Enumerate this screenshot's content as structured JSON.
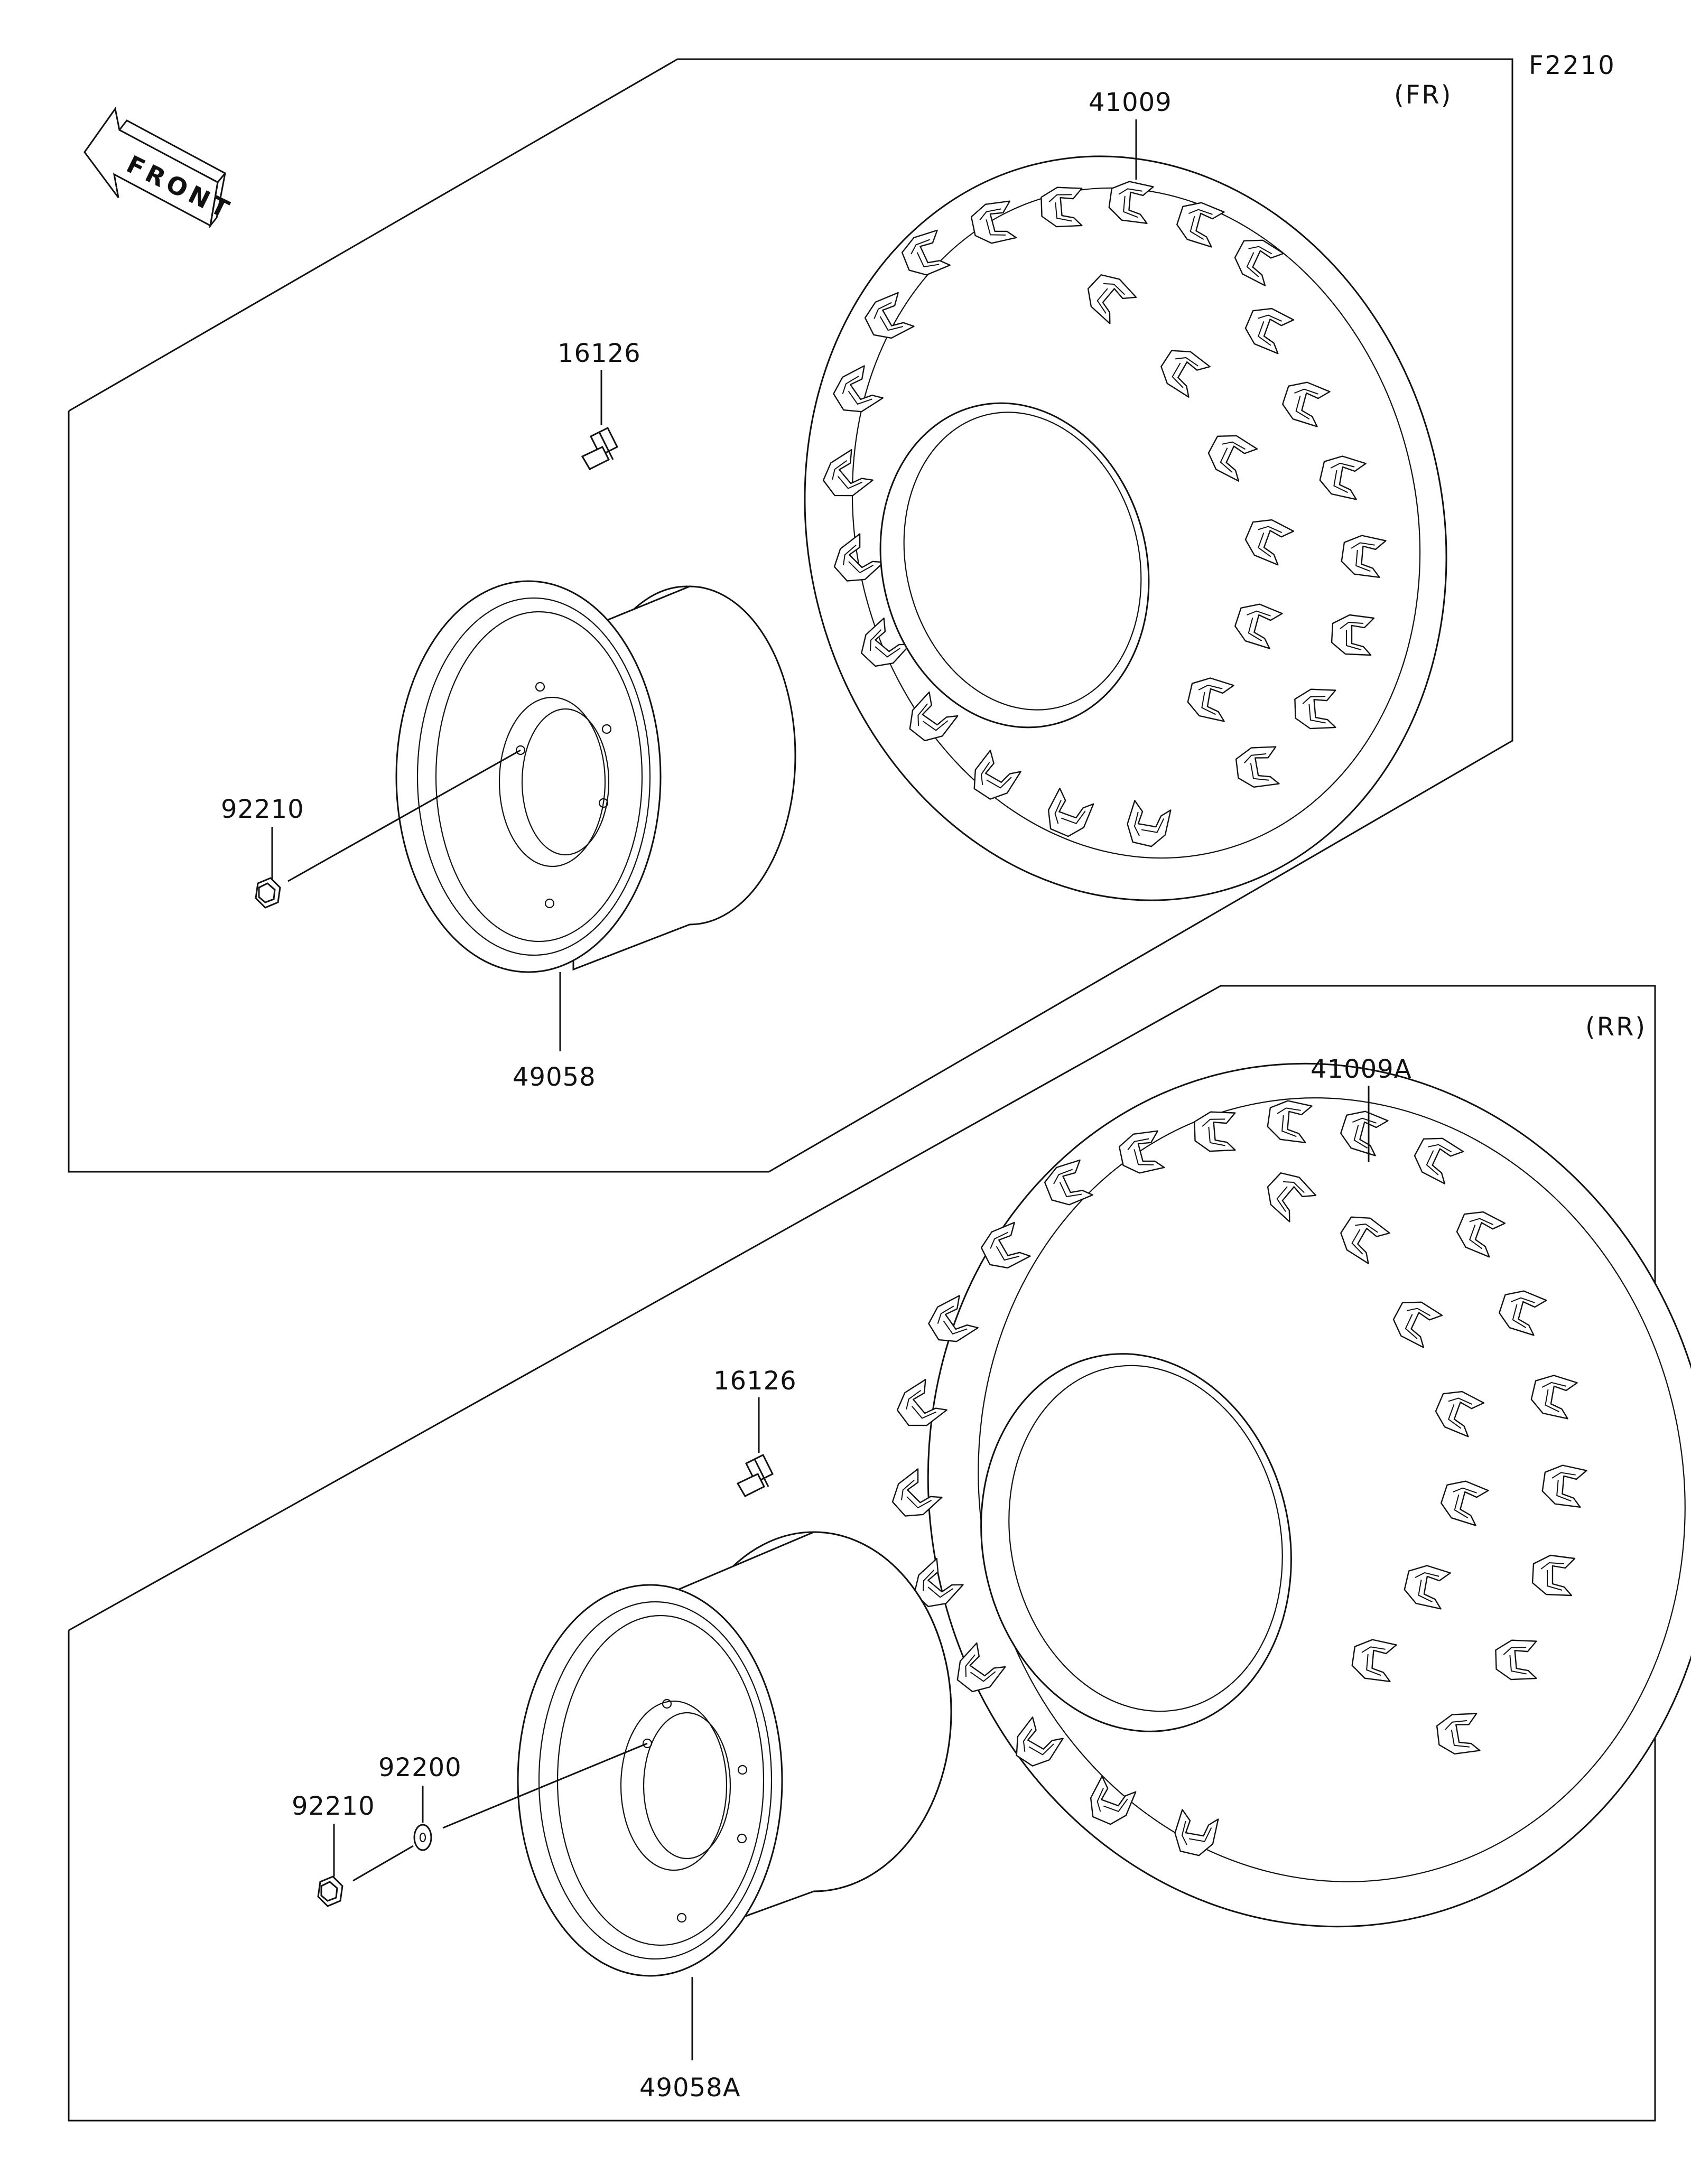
{
  "figure_code": "F2210",
  "front_arrow_text": "FRONT",
  "sections": {
    "front": {
      "label": "(FR)",
      "callouts": {
        "tire": "41009",
        "valve": "16126",
        "nut": "92210",
        "wheel": "49058"
      }
    },
    "rear": {
      "label": "(RR)",
      "callouts": {
        "tire": "41009A",
        "valve": "16126",
        "washer": "92200",
        "nut": "92210",
        "wheel": "49058A"
      }
    }
  }
}
